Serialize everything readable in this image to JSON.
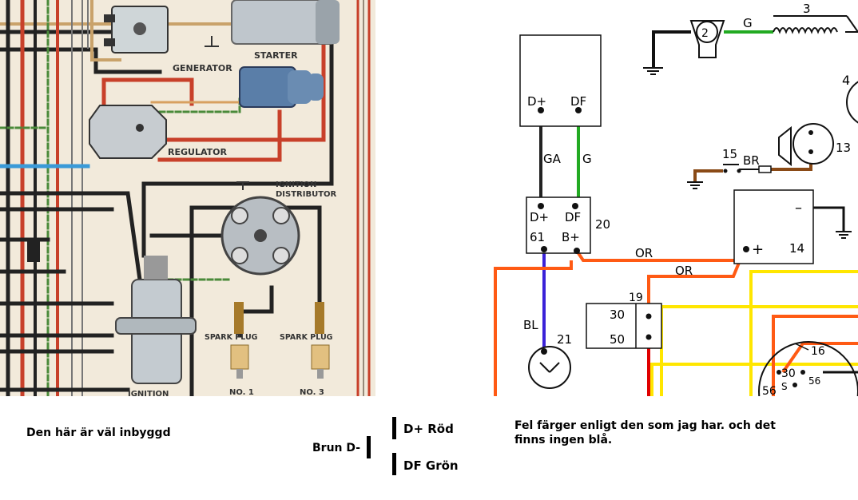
{
  "left_diagram": {
    "labels": {
      "starter": "STARTER",
      "generator": "GENERATOR",
      "regulator": "REGULATOR",
      "ignition_distributor_line1": "IGNITION",
      "ignition_distributor_line2": "DISTRIBUTOR",
      "spark_plug_1": "SPARK PLUG",
      "spark_plug_3": "SPARK PLUG",
      "no_1": "NO. 1",
      "no_3": "NO. 3",
      "ignition": "IGNITION"
    }
  },
  "right_diagram": {
    "labels": {
      "dplus_gen": "D+",
      "df_gen": "DF",
      "ga": "GA",
      "g_wire": "G",
      "reg_dplus": "D+",
      "reg_df": "DF",
      "reg_61": "61",
      "reg_bplus": "B+",
      "reg_num": "20",
      "bl": "BL",
      "or_1": "OR",
      "or_2": "OR",
      "num_21": "21",
      "num_19": "19",
      "term_30": "30",
      "term_50": "50",
      "num_14": "14",
      "batt_minus": "–",
      "batt_plus": "+",
      "num_15": "15",
      "br": "BR",
      "num_13": "13",
      "num_2": "2",
      "g_coil": "G",
      "num_3": "3",
      "num_4": "4",
      "num_16": "16",
      "dist_30": "30",
      "dist_56_top": "56",
      "dist_56_left": "56",
      "dist_s": "S"
    },
    "colors": {
      "green": "#22aa22",
      "orange": "#ff5a14",
      "yellow": "#ffe600",
      "red": "#e00000",
      "blue": "#3a22d8",
      "brown": "#8a4a16",
      "black": "#111111"
    }
  },
  "notes": {
    "inbyggd": "Den här är väl inbyggd",
    "brun": "Brun D-",
    "dplus_rod": "D+ Röd",
    "df_gron": "DF Grön",
    "fel_farger": "Fel färger enligt den som jag har. och det finns ingen blå."
  }
}
